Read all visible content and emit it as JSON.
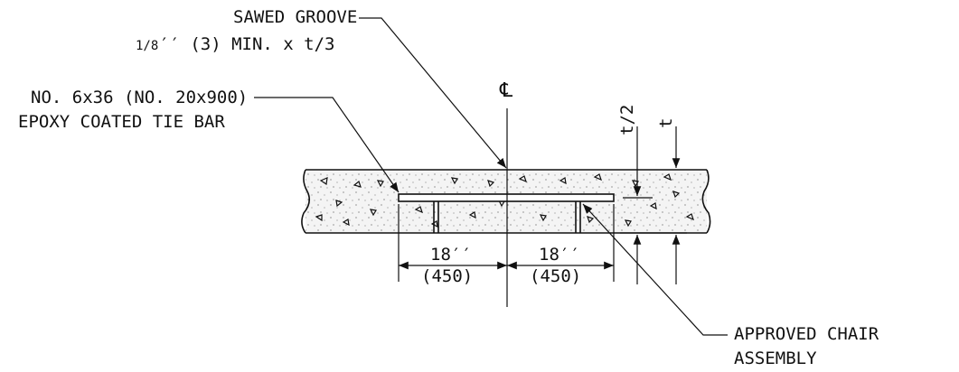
{
  "annotations": {
    "sawed_groove_line1": "SAWED GROOVE",
    "sawed_groove_frac": "1/8",
    "sawed_groove_line2": "′′ (3) MIN. x   t/3",
    "tie_bar_line1": "NO. 6x36 (NO. 20x900)",
    "tie_bar_line2": "EPOXY COATED TIE BAR",
    "centerline_symbol": "℄",
    "chair_line1": "APPROVED CHAIR",
    "chair_line2": "ASSEMBLY"
  },
  "dimensions": {
    "left_in": "18′′",
    "left_mm": "(450)",
    "right_in": "18′′",
    "right_mm": "(450)",
    "half_depth": "t/2",
    "thickness": "t"
  },
  "colors": {
    "ink": "#111111",
    "concrete_fill": "#f4f4f4",
    "background": "#ffffff"
  }
}
